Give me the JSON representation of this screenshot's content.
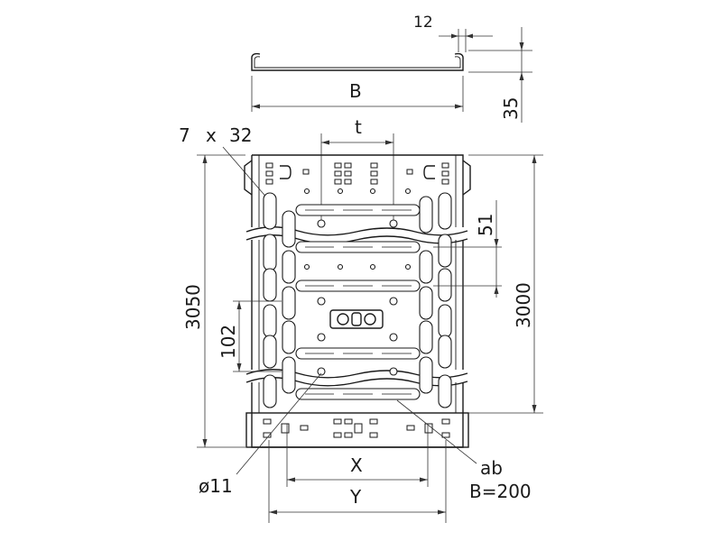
{
  "dimensions": {
    "flange_width": "12",
    "width": "B",
    "side_height": "35",
    "slot_count": "7",
    "times": "x",
    "slot_length": "32",
    "pitch": "t",
    "total_length": "3050",
    "usable_length": "3000",
    "spacing_51": "51",
    "spacing_102": "102",
    "hole_diameter": "ø11",
    "dim_x": "X",
    "dim_y": "Y",
    "version": "ab",
    "width_value": "B=200"
  }
}
